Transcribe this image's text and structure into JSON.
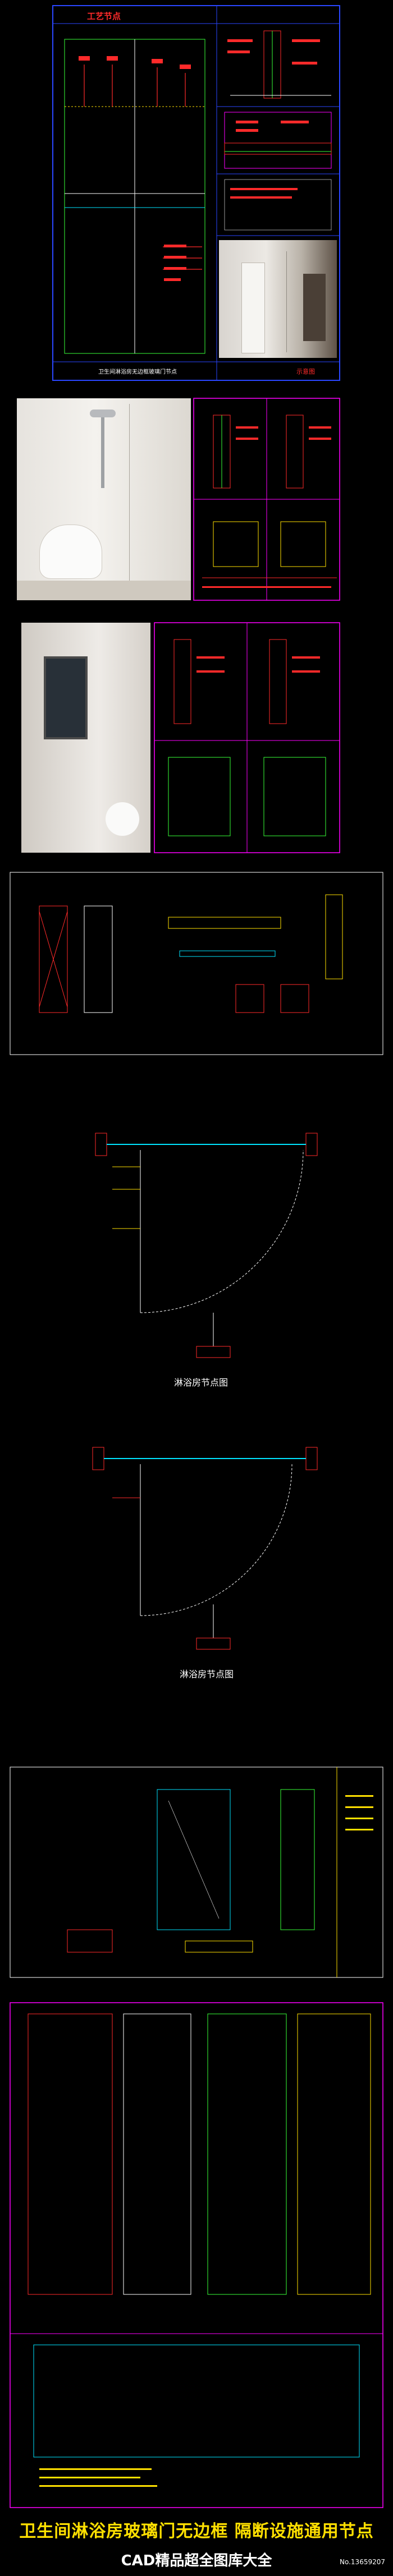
{
  "sections": {
    "s1": {
      "title": "工艺节点",
      "caption_left": "卫生间淋浴房无边框玻璃门节点",
      "caption_right": "示意图"
    },
    "s5": {
      "caption": "淋浴房节点图"
    },
    "s6": {
      "caption": "淋浴房节点图"
    }
  },
  "footer": {
    "title": "卫生间淋浴房玻璃门无边框 隔断设施通用节点",
    "subtitle": "CAD精品超全图库大全",
    "code": "No.13659207"
  },
  "colors": {
    "background": "#000000",
    "frame_blue": "#2a46ff",
    "frame_magenta": "#ff00ff",
    "cad_red": "#ff2a2a",
    "cad_yellow": "#ffe000",
    "cad_cyan": "#00e5ff",
    "cad_green": "#38ff38"
  }
}
